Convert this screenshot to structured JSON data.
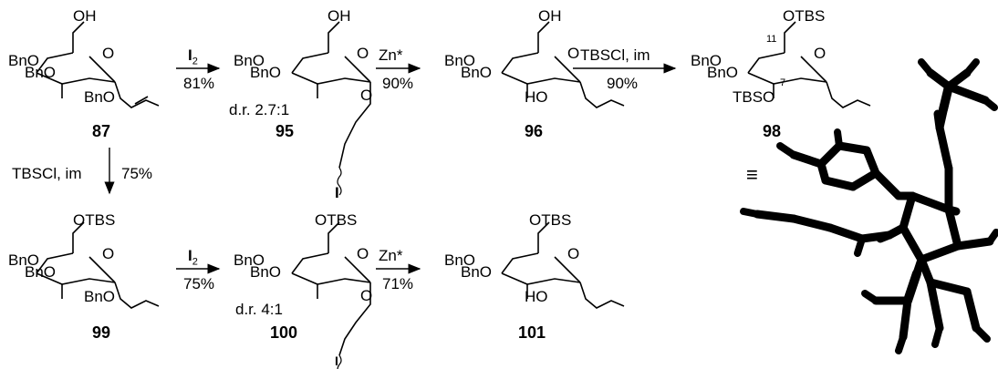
{
  "structures": {
    "s87": {
      "top": "OH",
      "bno1": "BnO",
      "bno2": "BnO",
      "bno3": "BnO",
      "ring_o": "O"
    },
    "s95": {
      "top": "OH",
      "bno1": "BnO",
      "bno2": "BnO",
      "ring_o": "O",
      "bridge_o": "O",
      "iodo": "I"
    },
    "s96": {
      "top": "OH",
      "bno1": "BnO",
      "bno2": "BnO",
      "ho": "HO",
      "ring_o": "O"
    },
    "s98": {
      "top": "OTBS",
      "bno1": "BnO",
      "bno2": "BnO",
      "tbso": "TBSO",
      "ring_o": "O",
      "c11": "11",
      "c7": "7"
    },
    "s99": {
      "top": "OTBS",
      "bno1": "BnO",
      "bno2": "BnO",
      "bno3": "BnO",
      "ring_o": "O"
    },
    "s100": {
      "top": "OTBS",
      "bno1": "BnO",
      "bno2": "BnO",
      "ring_o": "O",
      "bridge_o": "O",
      "iodo": "I"
    },
    "s101": {
      "top": "OTBS",
      "bno1": "BnO",
      "bno2": "BnO",
      "ho": "HO",
      "ring_o": "O"
    }
  },
  "compounds": {
    "c87": "87",
    "c95": "95",
    "c96": "96",
    "c98": "98",
    "c99": "99",
    "c100": "100",
    "c101": "101"
  },
  "dr": {
    "d95": "d.r. 2.7:1",
    "d100": "d.r. 4:1"
  },
  "reactions": {
    "r1": {
      "reagent": "I",
      "sub": "2",
      "yield": "81%"
    },
    "r2": {
      "reagent": "Zn*",
      "yield": "90%"
    },
    "r3": {
      "reagent": "TBSCl, im",
      "yield": "90%"
    },
    "r4": {
      "reagent": "TBSCl, im",
      "yield": "75%"
    },
    "r5": {
      "reagent": "I",
      "sub": "2",
      "yield": "75%"
    },
    "r6": {
      "reagent": "Zn*",
      "yield": "71%"
    }
  },
  "equiv_symbol": "≡",
  "colors": {
    "carbon": "#33cc33",
    "oxygen": "#dd2222",
    "silicon": "#c8a882",
    "hydrogen": "#eeeeee"
  }
}
